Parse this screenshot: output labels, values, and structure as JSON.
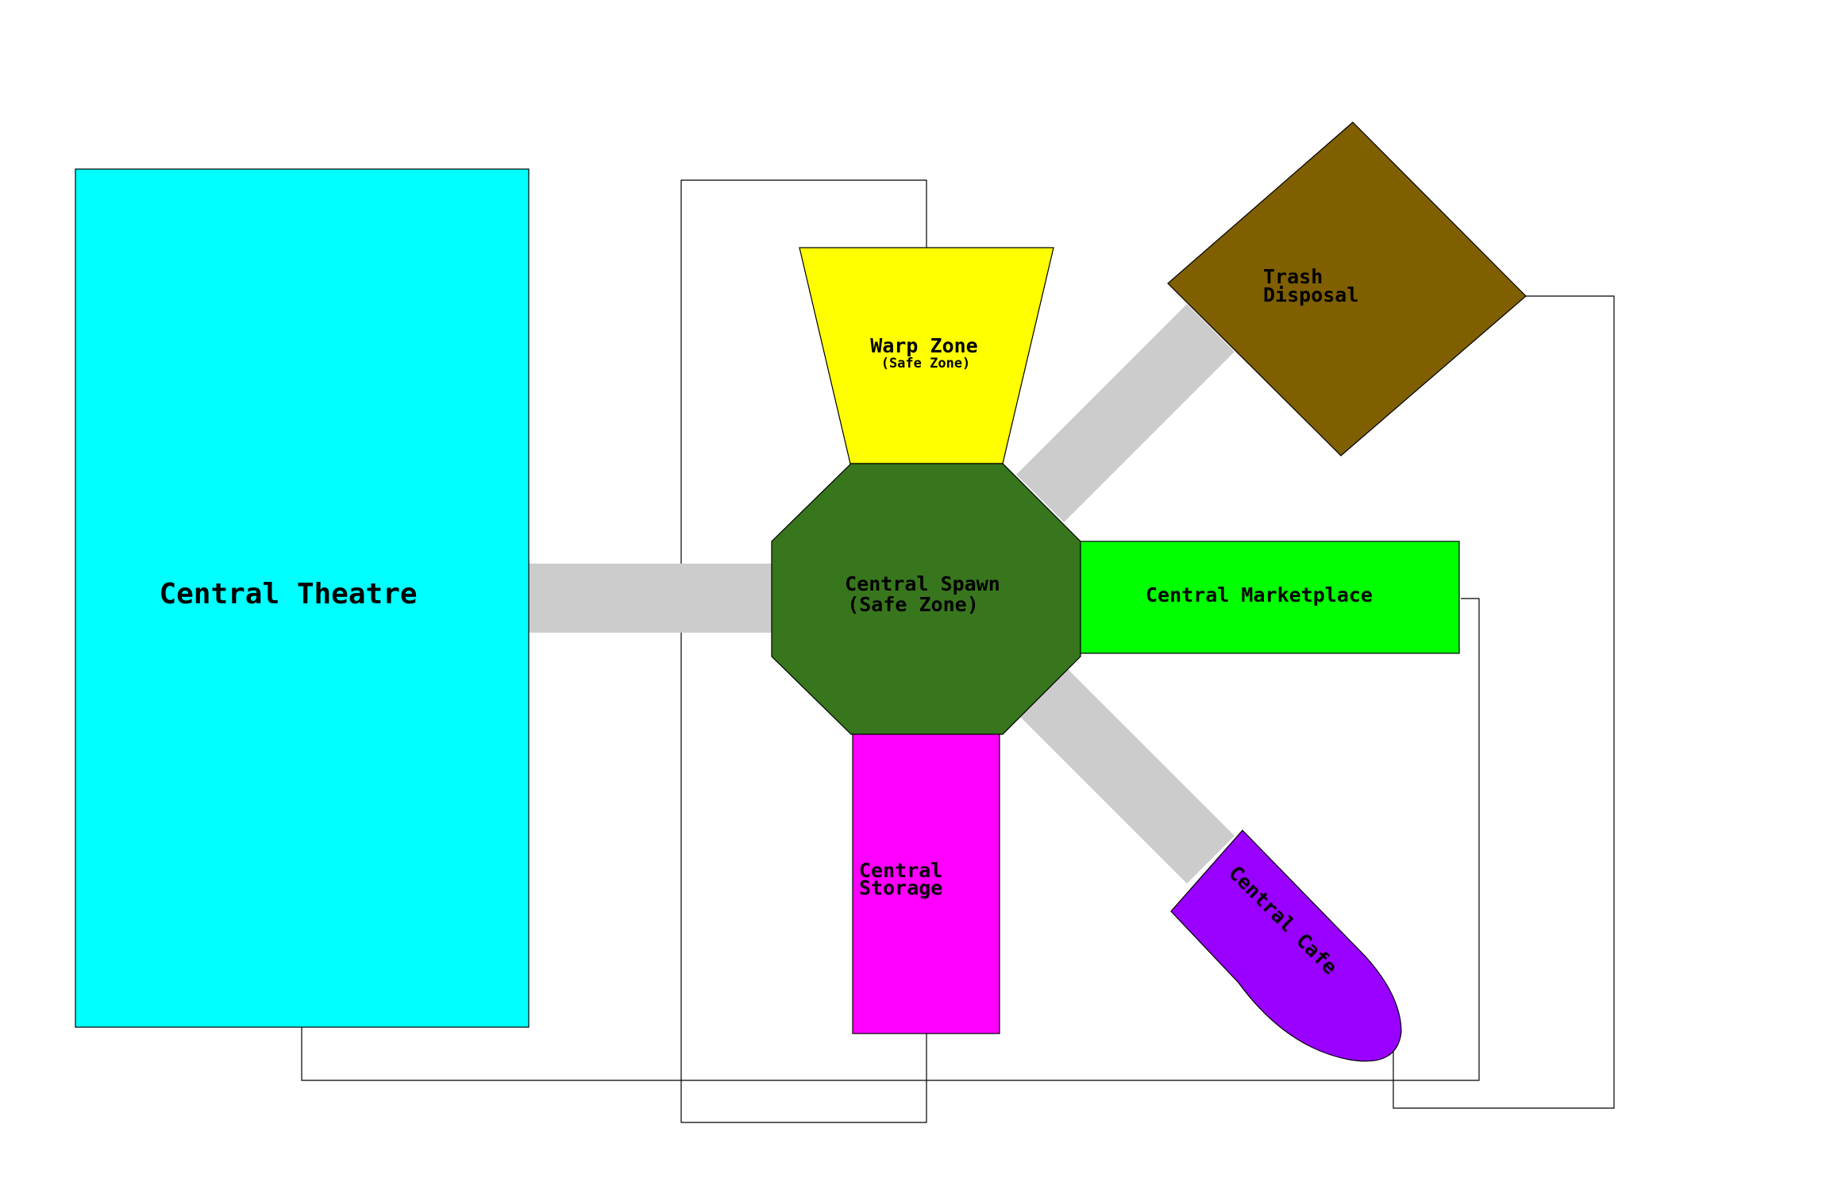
{
  "colors": {
    "theatre": "#00ffff",
    "warp": "#ffff00",
    "trash": "#7f5f00",
    "spawn": "#38761d",
    "marketplace": "#00ff00",
    "storage": "#ff00ff",
    "cafe": "#9900ff",
    "corridor": "#cccccc"
  },
  "rooms": {
    "theatre": {
      "label": "Central Theatre"
    },
    "warp": {
      "label": "Warp Zone",
      "sublabel": "(Safe Zone)"
    },
    "trash": {
      "line1": "Trash",
      "line2": "Disposal"
    },
    "spawn": {
      "line1": "Central Spawn",
      "line2": "(Safe Zone)"
    },
    "marketplace": {
      "label": "Central Marketplace"
    },
    "storage": {
      "line1": "Central",
      "line2": "Storage"
    },
    "cafe": {
      "label": "Central Cafe"
    }
  }
}
